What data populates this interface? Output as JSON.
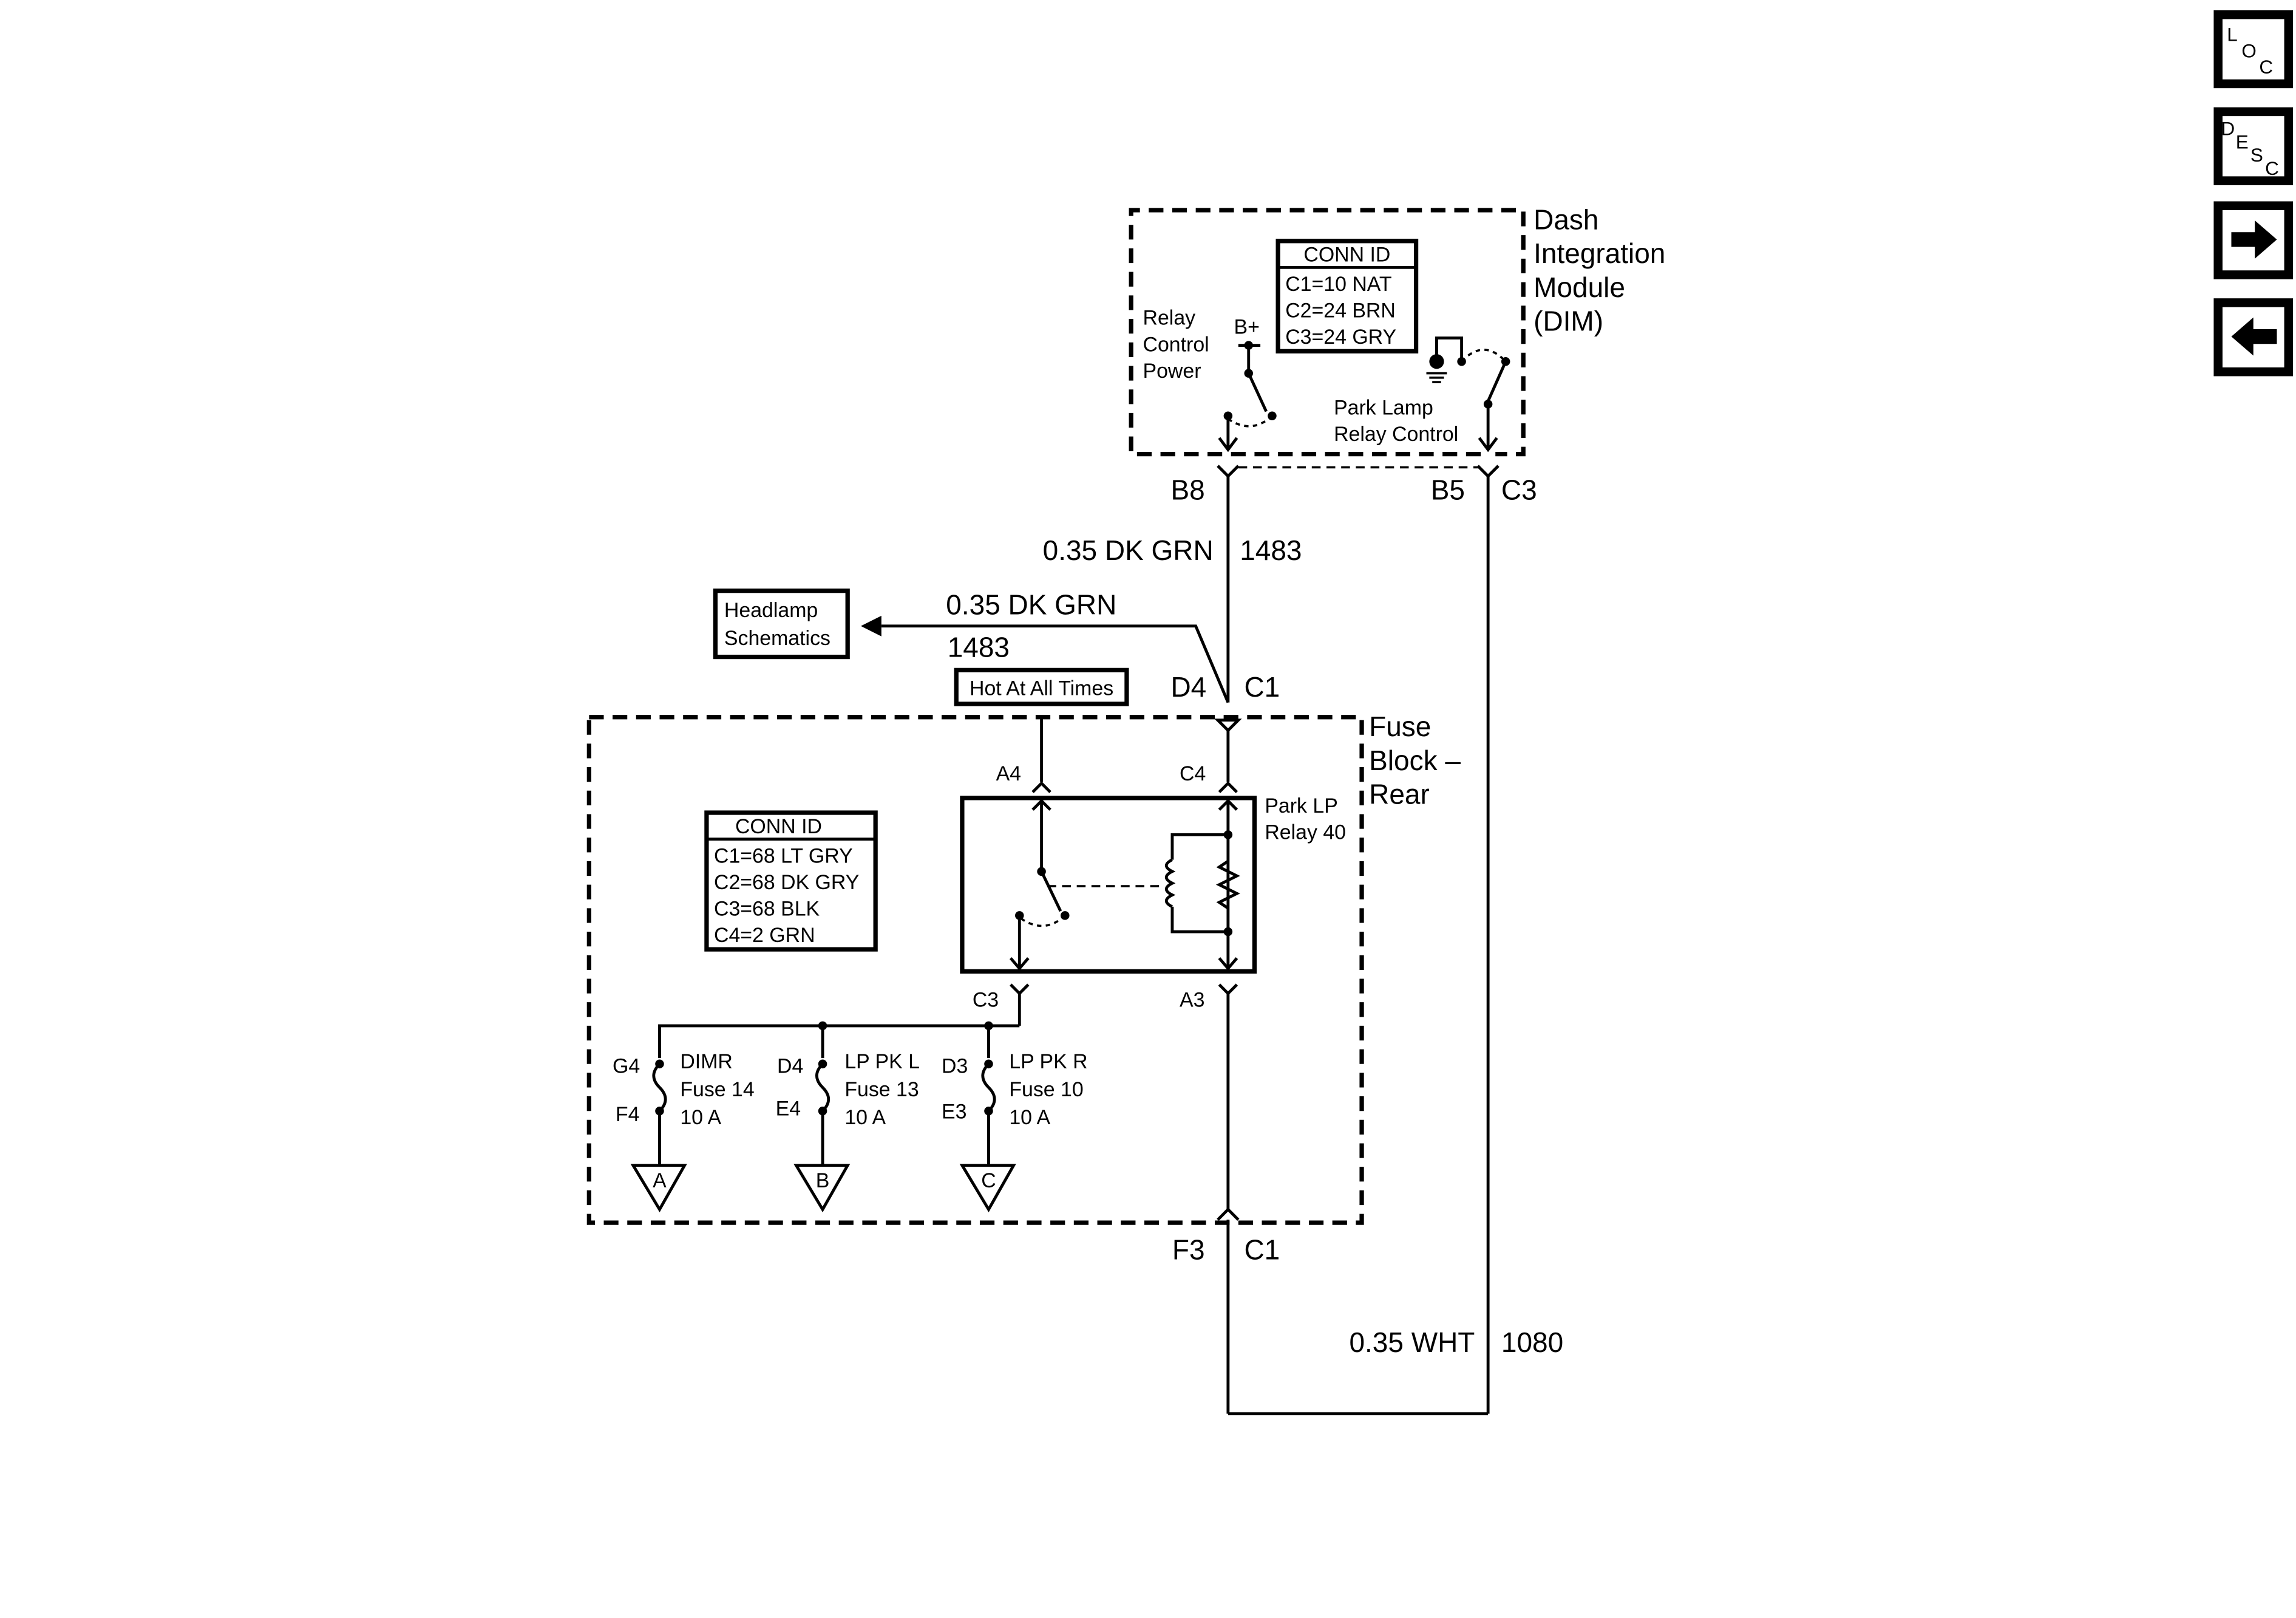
{
  "nav": {
    "loc": [
      "L",
      "O",
      "C"
    ],
    "desc": [
      "D",
      "E",
      "S",
      "C"
    ]
  },
  "dim": {
    "title": [
      "Dash",
      "Integration",
      "Module",
      "(DIM)"
    ],
    "conn_id": {
      "header": "CONN ID",
      "rows": [
        "C1=10 NAT",
        "C2=24 BRN",
        "C3=24 GRY"
      ]
    },
    "relay_control_power": [
      "Relay",
      "Control",
      "Power"
    ],
    "b_plus": "B+",
    "park_lamp_relay_control": [
      "Park Lamp",
      "Relay Control"
    ],
    "pins": {
      "b8": "B8",
      "b5": "B5",
      "c3": "C3"
    }
  },
  "wires": {
    "w1483_color": "0.35 DK GRN",
    "w1483_circuit": "1483",
    "headlamp_color": "0.35 DK GRN",
    "headlamp_circuit": "1483",
    "w1080_color": "0.35 WHT",
    "w1080_circuit": "1080"
  },
  "headlamp": [
    "Headlamp",
    "Schematics"
  ],
  "hot_at_all_times": "Hot At All Times",
  "fuse_block": {
    "title": [
      "Fuse",
      "Block –",
      "Rear"
    ],
    "top_pins": {
      "d4": "D4",
      "c1": "C1"
    },
    "bottom_pins": {
      "f3": "F3",
      "c1": "C1"
    },
    "conn_id": {
      "header": "CONN ID",
      "rows": [
        "C1=68 LT GRY",
        "C2=68 DK GRY",
        "C3=68 BLK",
        "C4=2 GRN"
      ]
    },
    "relay_label": [
      "Park LP",
      "Relay 40"
    ],
    "relay_pins": {
      "a4": "A4",
      "c4": "C4",
      "c3": "C3",
      "a3": "A3"
    },
    "fuses": [
      {
        "in_pin": "G4",
        "out_pin": "F4",
        "label": [
          "DIMR",
          "Fuse 14",
          "10 A"
        ],
        "ref": "A"
      },
      {
        "in_pin": "D4",
        "out_pin": "E4",
        "label": [
          "LP PK L",
          "Fuse 13",
          "10 A"
        ],
        "ref": "B"
      },
      {
        "in_pin": "D3",
        "out_pin": "E3",
        "label": [
          "LP PK R",
          "Fuse 10",
          "10 A"
        ],
        "ref": "C"
      }
    ]
  }
}
